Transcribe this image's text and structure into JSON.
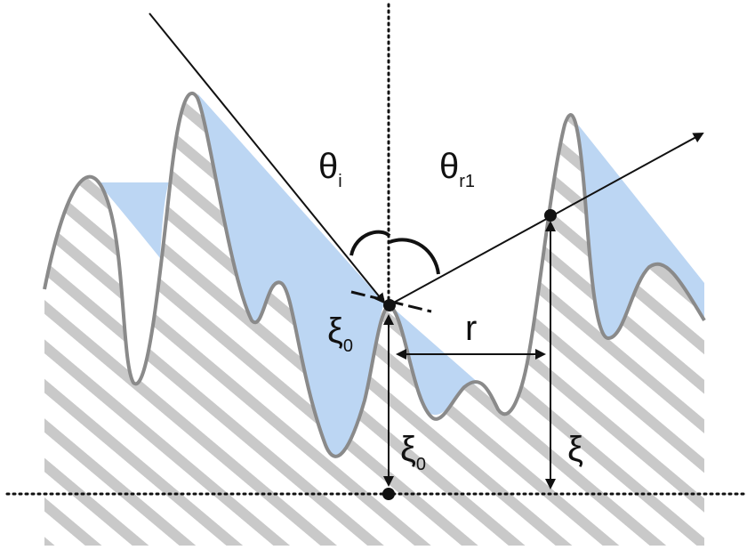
{
  "colors": {
    "surface": "#8a8a8a",
    "shadow_fill": "#bcd6f3",
    "hatch": "#c9c9c9",
    "ink": "#111111"
  },
  "labels": {
    "theta_i": {
      "base": "θ",
      "sub": "i"
    },
    "theta_r1": {
      "base": "θ",
      "sub": "r1"
    },
    "xi0_left": {
      "base": "ξ",
      "sub": "0"
    },
    "xi0_bottom": {
      "base": "ξ",
      "sub": "0"
    },
    "r": "r",
    "xi": "ξ"
  }
}
